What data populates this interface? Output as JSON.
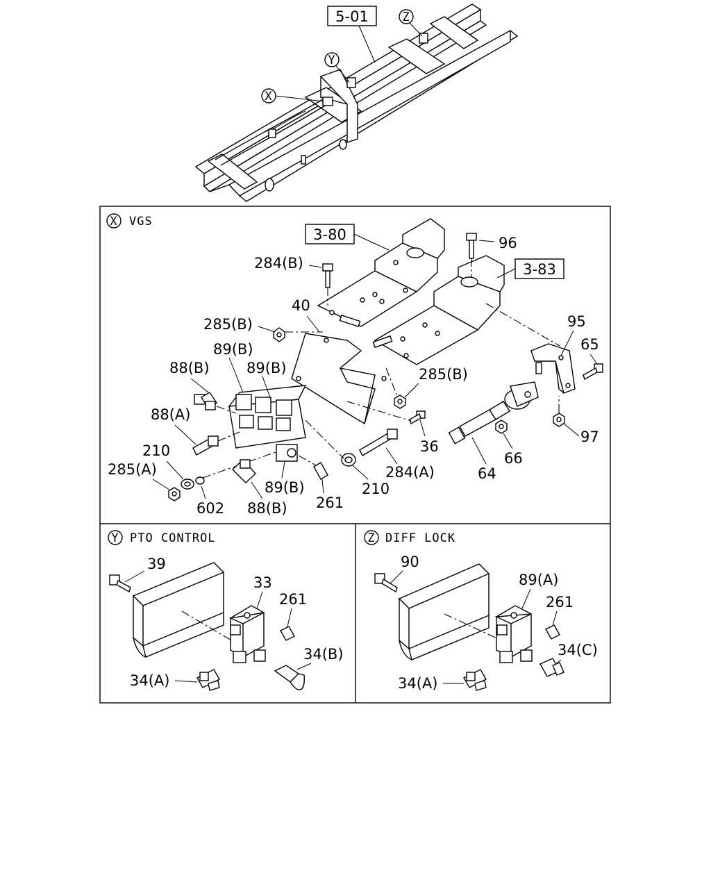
{
  "overview": {
    "ref_5_01": "5-01",
    "callouts": [
      "X",
      "Y",
      "Z"
    ]
  },
  "panel_x": {
    "letter": "X",
    "title": "VGS",
    "refs": [
      "3-80",
      "3-83"
    ],
    "labels": {
      "l96": "96",
      "l284b": "284(B)",
      "l40": "40",
      "l285b1": "285(B)",
      "l89b1": "89(B)",
      "l89b2": "89(B)",
      "l88b1": "88(B)",
      "l95": "95",
      "l65": "65",
      "l285b2": "285(B)",
      "l88a": "88(A)",
      "l36": "36",
      "l97": "97",
      "l210a": "210",
      "l66": "66",
      "l285a": "285(A)",
      "l284a": "284(A)",
      "l64": "64",
      "l89b3": "89(B)",
      "l210b": "210",
      "l602": "602",
      "l88b2": "88(B)",
      "l261": "261"
    }
  },
  "panel_y": {
    "letter": "Y",
    "title": "PTO CONTROL",
    "labels": {
      "l39": "39",
      "l33": "33",
      "l261": "261",
      "l34b": "34(B)",
      "l34a": "34(A)"
    }
  },
  "panel_z": {
    "letter": "Z",
    "title": "DIFF LOCK",
    "labels": {
      "l90": "90",
      "l89a": "89(A)",
      "l261": "261",
      "l34c": "34(C)",
      "l34a": "34(A)"
    }
  }
}
